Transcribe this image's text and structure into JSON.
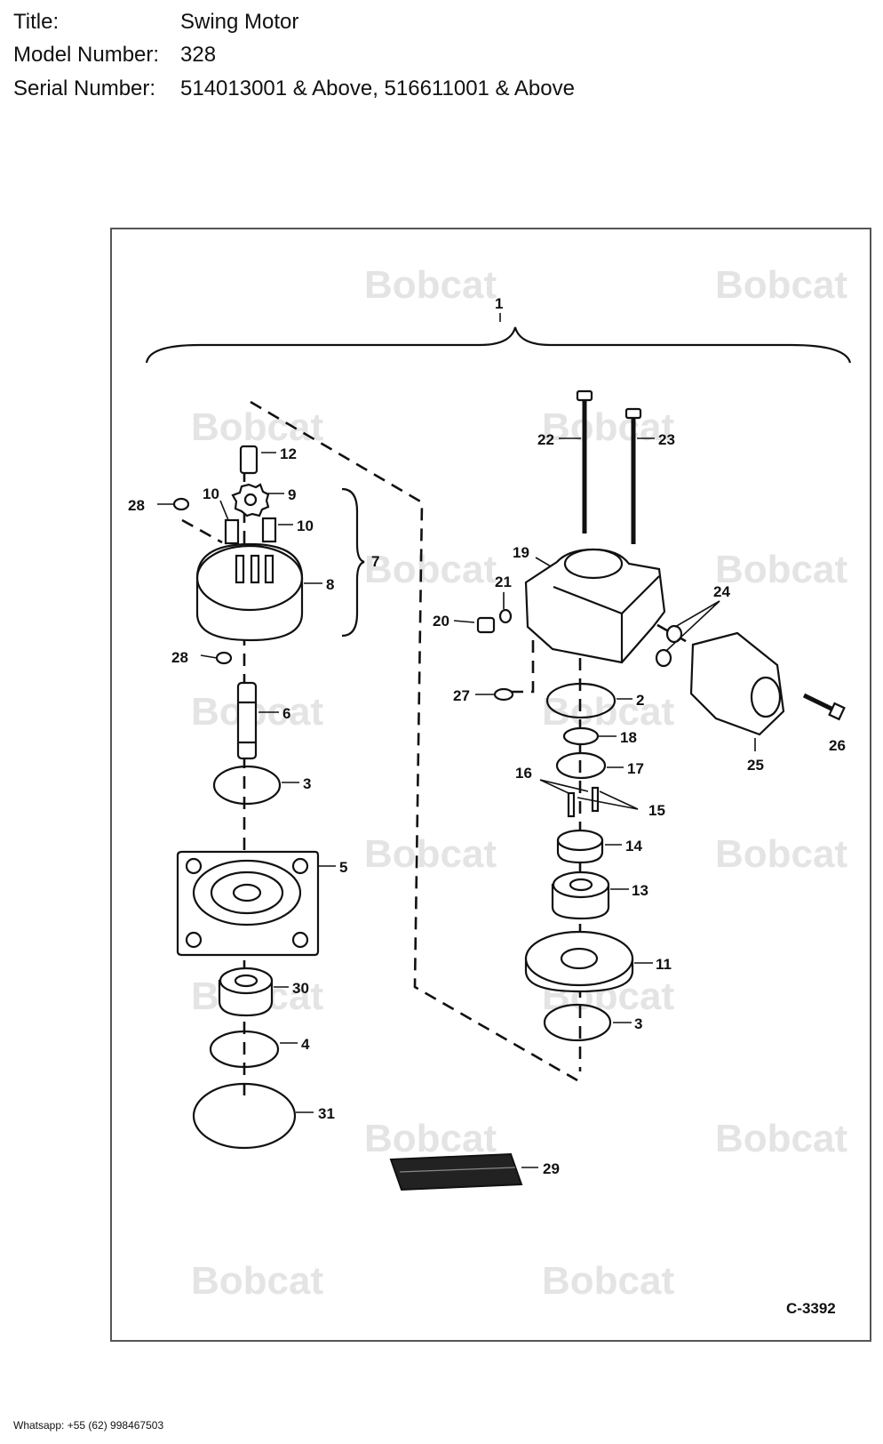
{
  "header": {
    "title_key": "Title:",
    "title_value": "Swing Motor",
    "model_key": "Model Number:",
    "model_value": "328",
    "serial_key": "Serial Number:",
    "serial_value": "514013001 & Above, 516611001 & Above"
  },
  "diagram": {
    "watermark": "Bobcat",
    "drawing_code": "C-3392",
    "callouts": [
      "1",
      "2",
      "3",
      "3",
      "4",
      "5",
      "6",
      "7",
      "8",
      "9",
      "10",
      "10",
      "11",
      "12",
      "13",
      "14",
      "15",
      "16",
      "17",
      "18",
      "19",
      "20",
      "21",
      "22",
      "23",
      "24",
      "25",
      "26",
      "27",
      "28",
      "28",
      "29",
      "30",
      "31"
    ]
  },
  "footer": {
    "contact": "Whatsapp: +55 (62) 998467503"
  }
}
